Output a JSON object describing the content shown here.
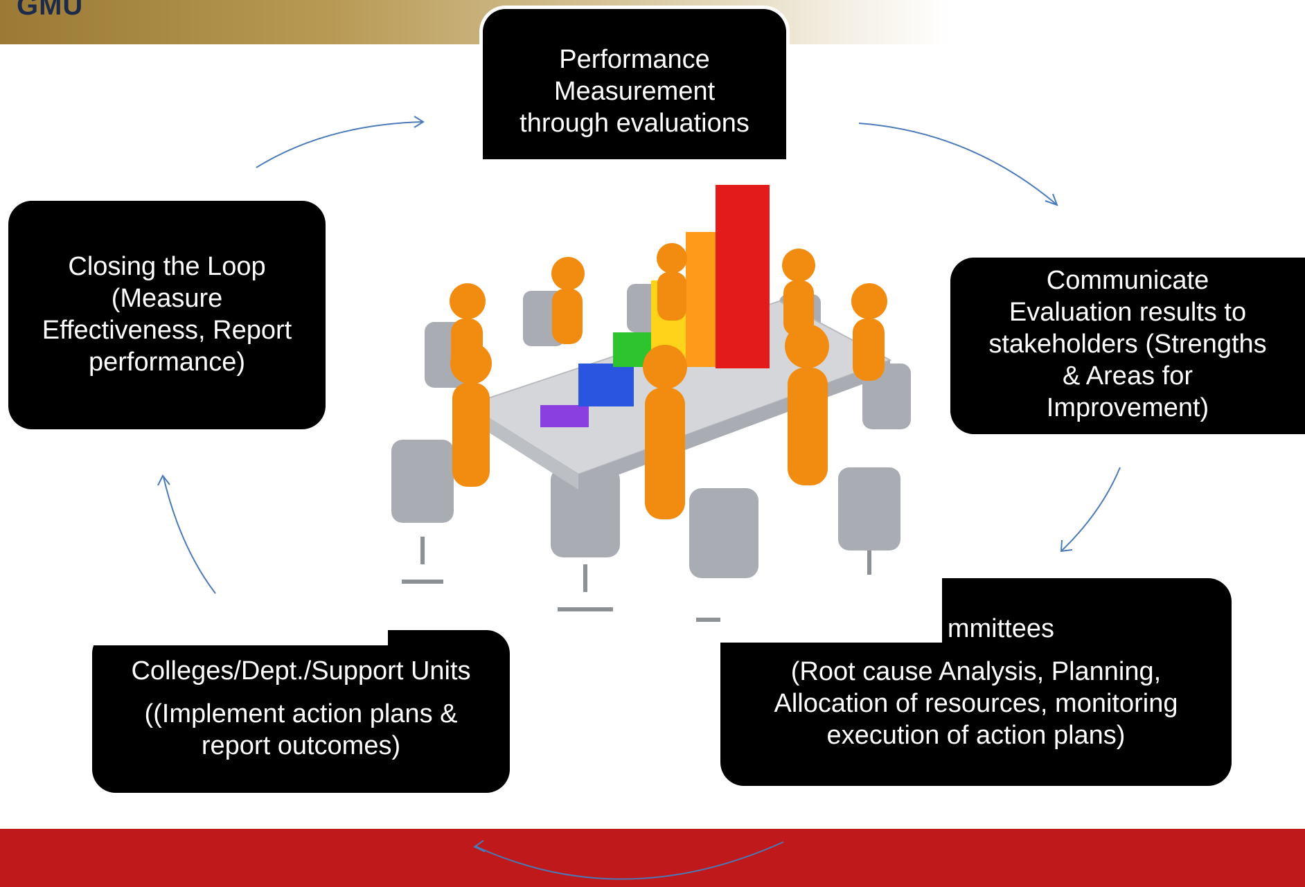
{
  "header": {
    "logo_text": "GMU"
  },
  "steps": {
    "performance": "Performance\nMeasurement\nthrough evaluations",
    "communicate": "Communicate\nEvaluation results to\nstakeholders (Strengths\n& Areas for\nImprovement)",
    "committees_title": "mmittees",
    "committees_body": "(Root cause Analysis, Planning,\nAllocation of resources, monitoring\nexecution of action plans)",
    "colleges_title": "Colleges/Dept./Support Units",
    "colleges_body": "((Implement action plans &\nreport outcomes)",
    "closing": "Closing the Loop\n(Measure\nEffectiveness, Report\nperformance)"
  },
  "colors": {
    "box": "#000000",
    "arrow": "#4a7ab8",
    "footer": "#c0191b",
    "header_gold": "#9a7a35",
    "chart_bars": [
      "#8a3fe0",
      "#2a55e0",
      "#2ec42e",
      "#ffd31a",
      "#ff9a1a",
      "#e41b1b"
    ],
    "figures": "#f28c10",
    "chairs": "#a9adb3",
    "table": "#d4d6d9"
  },
  "illustration": {
    "icon": "meeting-bar-chart-icon"
  }
}
